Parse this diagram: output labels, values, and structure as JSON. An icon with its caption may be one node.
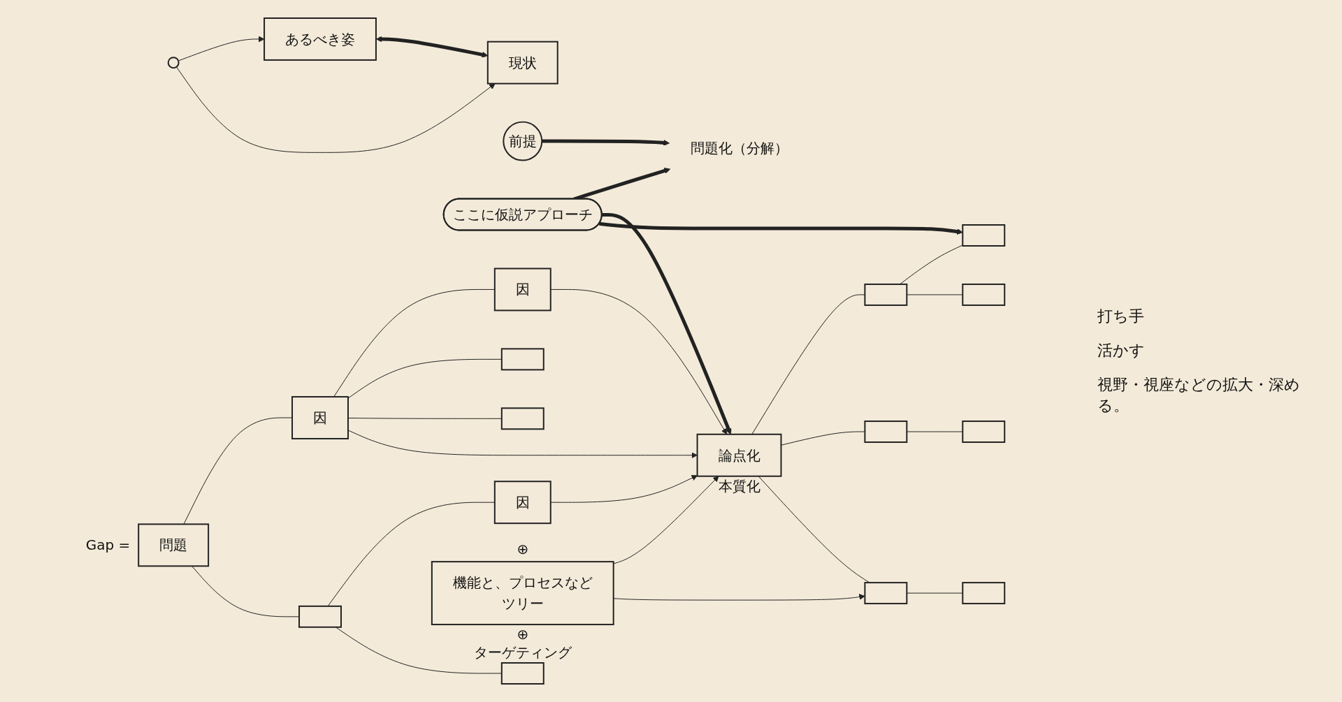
{
  "diagram": {
    "nodes": [
      {
        "text": [],
        "shape": "circle"
      },
      {
        "text": [
          "あるべき姿"
        ]
      },
      {
        "text": [
          "現状"
        ]
      },
      {
        "text": [
          "問題"
        ],
        "beside": [
          "Gap ="
        ]
      },
      {
        "text": [
          "前提"
        ]
      },
      {
        "text": [
          "問題化（分解）"
        ]
      },
      {
        "text": [
          "ここに仮説アプローチ"
        ]
      },
      {
        "text": [
          "因"
        ]
      },
      {
        "text": [],
        "shape": "box"
      },
      {
        "text": [
          "因"
        ]
      },
      {
        "text": [],
        "shape": "box"
      },
      {
        "text": [],
        "shape": "box"
      },
      {
        "text": [
          "因"
        ]
      },
      {
        "text": [],
        "shape": "box"
      },
      {
        "text": [
          "論点化"
        ],
        "beside": [
          "本質化"
        ]
      },
      {
        "text": [],
        "shape": "box"
      },
      {
        "text": [],
        "shape": "box"
      },
      {
        "text": [],
        "shape": "box"
      },
      {
        "text": [],
        "shape": "box"
      },
      {
        "text": [],
        "shape": "box"
      },
      {
        "text": [],
        "shape": "box"
      },
      {
        "text": [],
        "shape": "box"
      },
      {
        "text": [
          "機能と、プロセスなどツリー"
        ],
        "beside": [
          "⊕",
          "⊕",
          "ターゲティング"
        ]
      }
    ],
    "edges": [
      {
        "from": 0,
        "to": 1,
        "arrow": "to"
      },
      {
        "from": 0,
        "to": 2,
        "arrow": "to"
      },
      {
        "from": 1,
        "to": 2,
        "arrow": "both",
        "style": "thick"
      },
      {
        "from": 3,
        "to": 7,
        "arrow": "none"
      },
      {
        "from": 3,
        "to": 8,
        "arrow": "none"
      },
      {
        "from": 7,
        "to": 9,
        "arrow": "none"
      },
      {
        "from": 7,
        "to": 10,
        "arrow": "none"
      },
      {
        "from": 7,
        "to": 11,
        "arrow": "none"
      },
      {
        "from": 8,
        "to": 12,
        "arrow": "none"
      },
      {
        "from": 8,
        "to": 13,
        "arrow": "none"
      },
      {
        "from": 7,
        "to": 14,
        "arrow": "to"
      },
      {
        "from": 9,
        "to": 14,
        "arrow": "to"
      },
      {
        "from": 12,
        "to": 14,
        "arrow": "to"
      },
      {
        "from": 14,
        "to": 15,
        "arrow": "none"
      },
      {
        "from": 14,
        "to": 16,
        "arrow": "none"
      },
      {
        "from": 14,
        "to": 17,
        "arrow": "none"
      },
      {
        "from": 15,
        "to": 18,
        "arrow": "none"
      },
      {
        "from": 15,
        "to": 19,
        "arrow": "none"
      },
      {
        "from": 16,
        "to": 20,
        "arrow": "none"
      },
      {
        "from": 17,
        "to": 21,
        "arrow": "none"
      },
      {
        "from": 4,
        "to": 5,
        "arrow": "to",
        "style": "thick"
      },
      {
        "from": 6,
        "to": 5,
        "arrow": "to",
        "style": "thick"
      },
      {
        "from": 6,
        "to": 14,
        "arrow": "to",
        "style": "thick"
      },
      {
        "from": 6,
        "to": 18,
        "arrow": "to",
        "style": "thick"
      },
      {
        "from": 22,
        "to": 14,
        "arrow": "to"
      },
      {
        "from": 22,
        "to": 17,
        "arrow": "to"
      }
    ],
    "labels": [
      "打ち手",
      "活かす",
      "視野・視座などの拡大・深める。"
    ]
  }
}
